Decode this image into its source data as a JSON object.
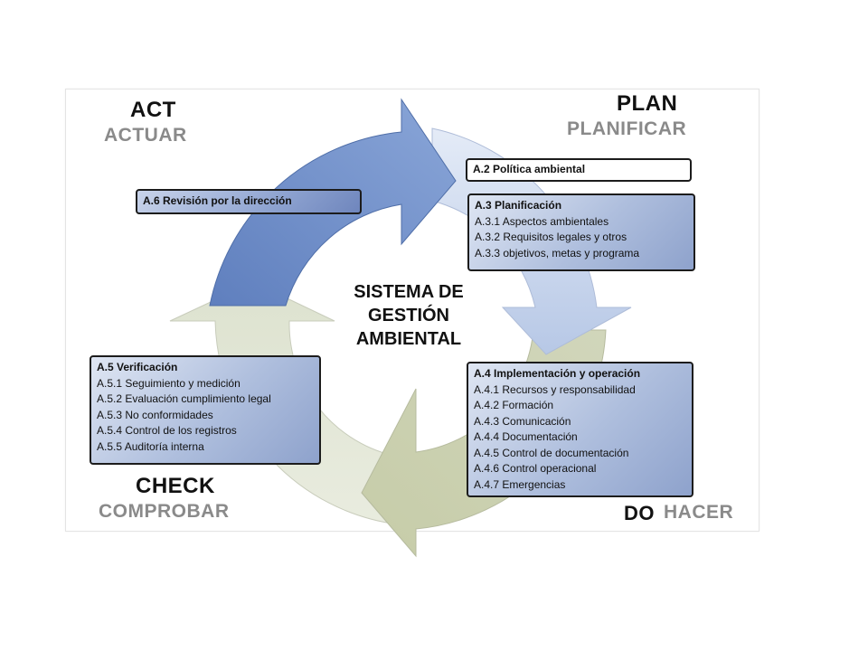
{
  "phases": {
    "act": {
      "en": "ACT",
      "es": "ACTUAR"
    },
    "plan": {
      "en": "PLAN",
      "es": "PLANIFICAR"
    },
    "check": {
      "en": "CHECK",
      "es": "COMPROBAR"
    },
    "do": {
      "en": "DO",
      "es": "HACER"
    }
  },
  "center": {
    "line1": "SISTEMA DE",
    "line2": "GESTIÓN",
    "line3": "AMBIENTAL"
  },
  "boxes": {
    "politica": {
      "title": "A.2 Política ambiental"
    },
    "revision": {
      "title": "A.6 Revisión por la dirección"
    },
    "planificacion": {
      "title": "A.3 Planificación",
      "items": [
        "A.3.1 Aspectos ambientales",
        "A.3.2 Requisitos legales y otros",
        "A.3.3 objetivos, metas y programa"
      ]
    },
    "verificacion": {
      "title": "A.5 Verificación",
      "items": [
        "A.5.1 Seguimiento y medición",
        "A.5.2 Evaluación cumplimiento legal",
        "A.5.3 No conformidades",
        "A.5.4 Control de los registros",
        "A.5.5 Auditoría interna"
      ]
    },
    "implementacion": {
      "title": "A.4 Implementación y operación",
      "items": [
        "A.4.1 Recursos y responsabilidad",
        "A.4.2 Formación",
        "A.4.3 Comunicación",
        "A.4.4 Documentación",
        "A.4.5 Control de documentación",
        "A.4.6 Control operacional",
        "A.4.7 Emergencias"
      ]
    }
  },
  "colors": {
    "act_arrow": "#6f8fc9",
    "plan_arrow": "#c9d6ee",
    "do_arrow": "#d8dcc5",
    "check_arrow": "#e6e9dc",
    "phase_es_text": "#8a8a8a"
  }
}
